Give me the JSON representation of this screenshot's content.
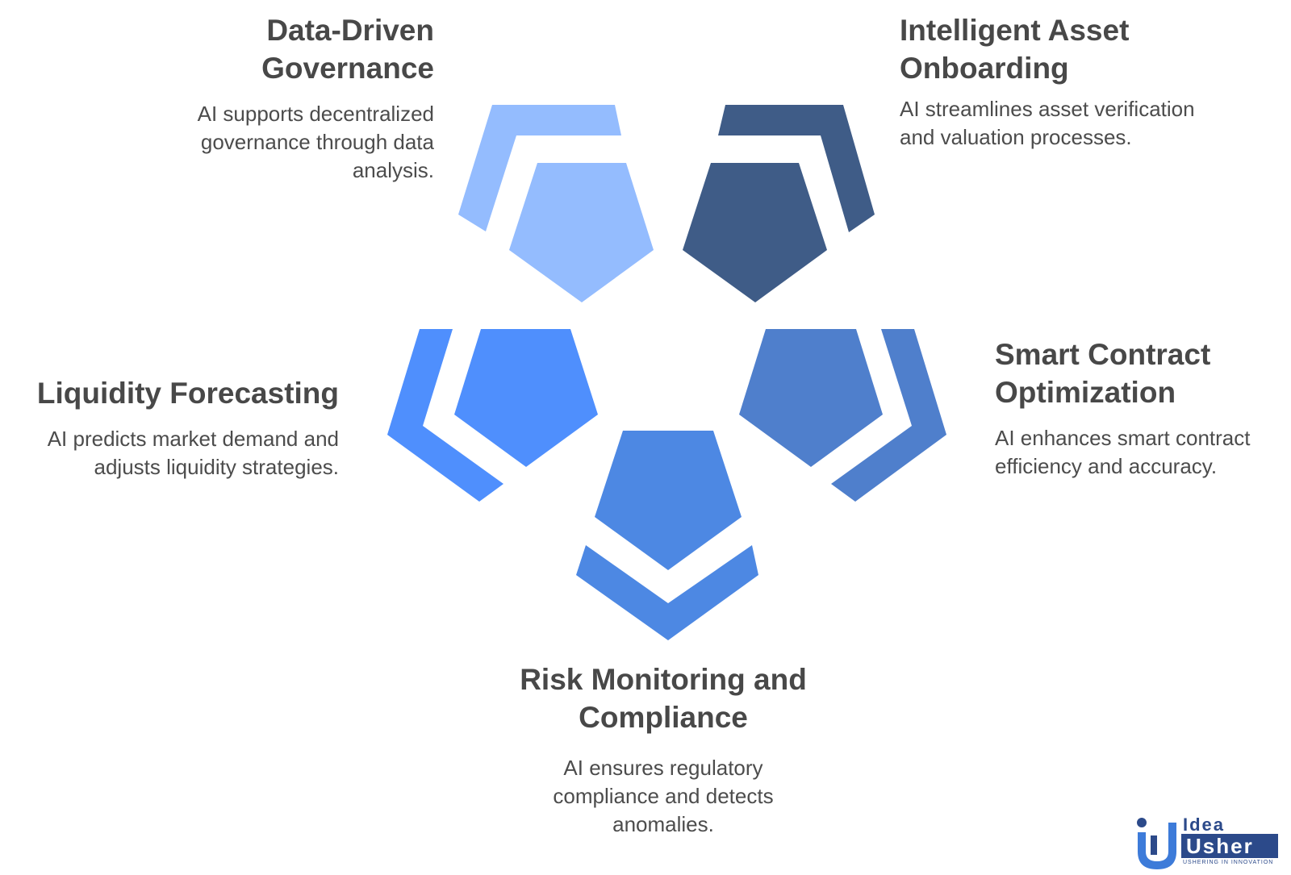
{
  "colors": {
    "light_blue": "#94bcfe",
    "dark_navy": "#3f5c87",
    "bright_blue": "#4f8ffd",
    "medium_blue": "#4f7fcc",
    "risk_blue": "#4d88e3",
    "text_title": "#484848",
    "text_body": "#4c4c4c",
    "logo_blue": "#2c4a8a"
  },
  "items": [
    {
      "id": "data-driven-governance",
      "title": [
        "Data-Driven",
        "Governance"
      ],
      "description": [
        "AI supports decentralized",
        "governance through data",
        "analysis."
      ]
    },
    {
      "id": "intelligent-asset-onboarding",
      "title": [
        "Intelligent Asset",
        "Onboarding"
      ],
      "description": [
        "AI streamlines asset verification",
        "and valuation processes."
      ]
    },
    {
      "id": "liquidity-forecasting",
      "title": [
        "Liquidity Forecasting"
      ],
      "description": [
        "AI predicts market demand and",
        "adjusts liquidity strategies."
      ]
    },
    {
      "id": "smart-contract-optimization",
      "title": [
        "Smart Contract",
        "Optimization"
      ],
      "description": [
        "AI enhances smart contract",
        "efficiency and accuracy."
      ]
    },
    {
      "id": "risk-monitoring-compliance",
      "title": [
        "Risk Monitoring and",
        "Compliance"
      ],
      "description": [
        "AI ensures regulatory",
        "compliance and detects",
        "anomalies."
      ]
    }
  ],
  "logo": {
    "word1": "Idea",
    "word2": "Usher",
    "tagline": "USHERING IN INNOVATION",
    "icon": "idea-usher-u-icon"
  }
}
